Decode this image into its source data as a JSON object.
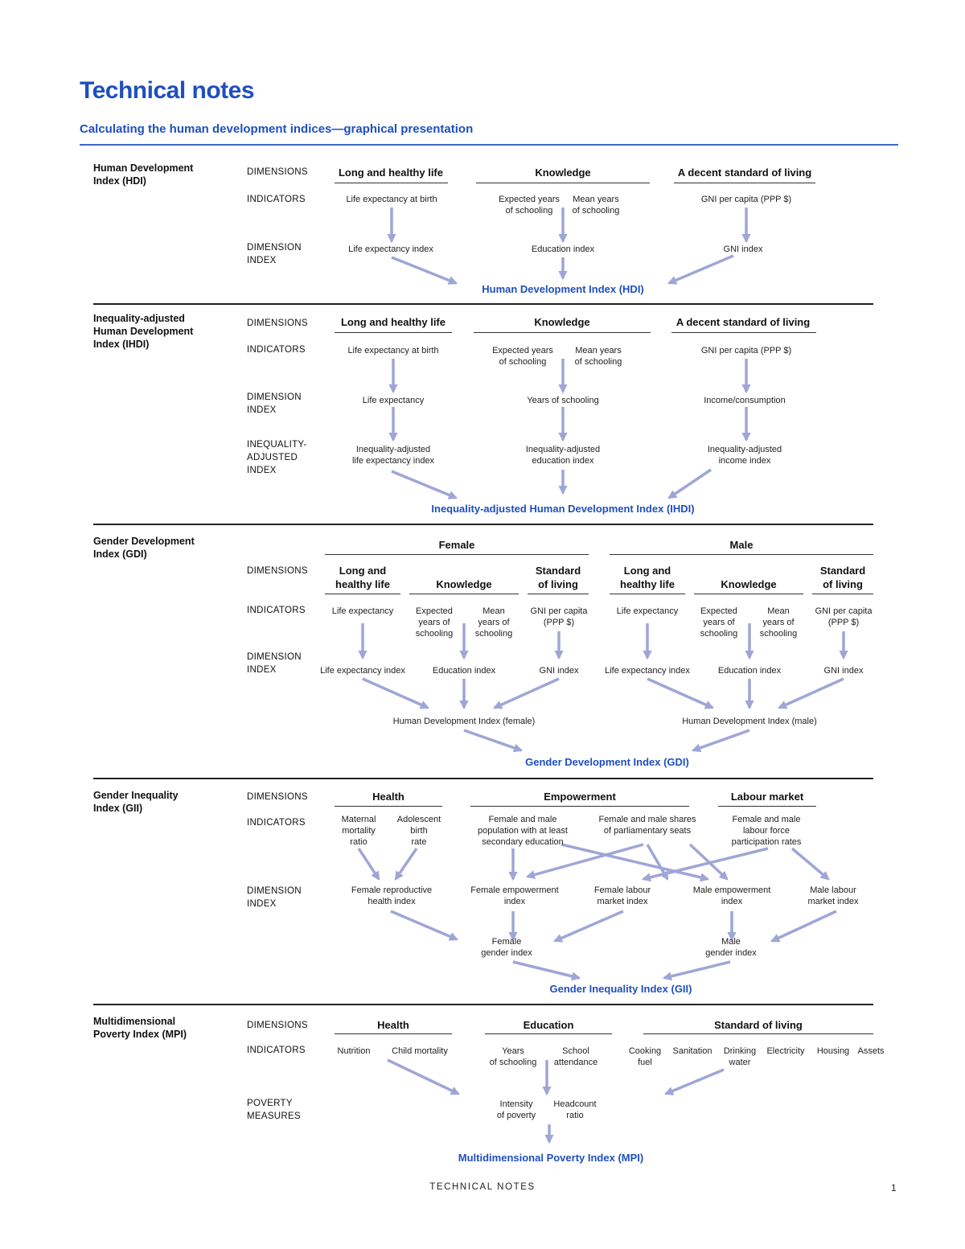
{
  "header": {
    "title": "Technical notes",
    "subtitle": "Calculating the human development indices—graphical presentation"
  },
  "labels": {
    "dimensions": "DIMENSIONS",
    "indicators": "INDICATORS",
    "dimension_index_a": "DIMENSION",
    "dimension_index_b": "INDEX",
    "ineq_a": "INEQUALITY-",
    "ineq_b": "ADJUSTED",
    "ineq_c": "INDEX",
    "poverty_a": "POVERTY",
    "poverty_b": "MEASURES"
  },
  "hdi": {
    "title_1": "Human Development",
    "title_2": "Index (HDI)",
    "dims": [
      "Long and healthy life",
      "Knowledge",
      "A decent standard of living"
    ],
    "ind_life": "Life expectancy at birth",
    "ind_exp_1": "Expected years",
    "ind_exp_2": "of schooling",
    "ind_mean_1": "Mean years",
    "ind_mean_2": "of schooling",
    "ind_gni": "GNI per capita (PPP $)",
    "di_life": "Life expectancy index",
    "di_edu": "Education index",
    "di_gni": "GNI index",
    "result": "Human Development Index (HDI)"
  },
  "ihdi": {
    "title_1": "Inequality-adjusted",
    "title_2": "Human Development",
    "title_3": "Index (IHDI)",
    "dims": [
      "Long and healthy life",
      "Knowledge",
      "A decent standard of living"
    ],
    "ind_life": "Life expectancy at birth",
    "ind_exp_1": "Expected years",
    "ind_exp_2": "of schooling",
    "ind_mean_1": "Mean years",
    "ind_mean_2": "of schooling",
    "ind_gni": "GNI per capita (PPP $)",
    "di_life": "Life expectancy",
    "di_edu": "Years of schooling",
    "di_inc": "Income/consumption",
    "ia_life_1": "Inequality-adjusted",
    "ia_life_2": "life expectancy index",
    "ia_edu_1": "Inequality-adjusted",
    "ia_edu_2": "education index",
    "ia_inc_1": "Inequality-adjusted",
    "ia_inc_2": "income index",
    "result": "Inequality-adjusted Human Development Index (IHDI)"
  },
  "gdi": {
    "title_1": "Gender Development",
    "title_2": "Index (GDI)",
    "female": "Female",
    "male": "Male",
    "dim_life_1": "Long and",
    "dim_life_2": "healthy life",
    "dim_know": "Knowledge",
    "dim_std_1": "Standard",
    "dim_std_2": "of living",
    "ind_life": "Life expectancy",
    "ind_exp_1": "Expected",
    "ind_exp_2": "years of",
    "ind_exp_3": "schooling",
    "ind_mean_1": "Mean",
    "ind_mean_2": "years of",
    "ind_mean_3": "schooling",
    "ind_gni_1": "GNI per capita",
    "ind_gni_2": "(PPP $)",
    "di_life": "Life expectancy index",
    "di_edu": "Education index",
    "di_gni": "GNI index",
    "hdi_f": "Human Development Index (female)",
    "hdi_m": "Human Development Index (male)",
    "result": "Gender Development Index (GDI)"
  },
  "gii": {
    "title_1": "Gender Inequality",
    "title_2": "Index (GII)",
    "dims": [
      "Health",
      "Empowerment",
      "Labour market"
    ],
    "ind_mat_1": "Maternal",
    "ind_mat_2": "mortality",
    "ind_mat_3": "ratio",
    "ind_ado_1": "Adolescent",
    "ind_ado_2": "birth",
    "ind_ado_3": "rate",
    "ind_pop_1": "Female and male",
    "ind_pop_2": "population with at least",
    "ind_pop_3": "secondary education",
    "ind_parl_1": "Female and male shares",
    "ind_parl_2": "of parliamentary seats",
    "ind_lab_1": "Female and male",
    "ind_lab_2": "labour force",
    "ind_lab_3": "participation rates",
    "di_frh_1": "Female reproductive",
    "di_frh_2": "health index",
    "di_fe_1": "Female empowerment",
    "di_fe_2": "index",
    "di_fl_1": "Female labour",
    "di_fl_2": "market index",
    "di_me_1": "Male empowerment",
    "di_me_2": "index",
    "di_ml_1": "Male labour",
    "di_ml_2": "market index",
    "fg_1": "Female",
    "fg_2": "gender index",
    "mg_1": "Male",
    "mg_2": "gender index",
    "result": "Gender Inequality Index (GII)"
  },
  "mpi": {
    "title_1": "Multidimensional",
    "title_2": "Poverty Index (MPI)",
    "dims": [
      "Health",
      "Education",
      "Standard of living"
    ],
    "ind_nut": "Nutrition",
    "ind_child": "Child mortality",
    "ind_years_1": "Years",
    "ind_years_2": "of schooling",
    "ind_school_1": "School",
    "ind_school_2": "attendance",
    "ind_cook_1": "Cooking",
    "ind_cook_2": "fuel",
    "ind_san": "Sanitation",
    "ind_drink_1": "Drinking",
    "ind_drink_2": "water",
    "ind_elec": "Electricity",
    "ind_house": "Housing",
    "ind_assets": "Assets",
    "pm_int_1": "Intensity",
    "pm_int_2": "of poverty",
    "pm_head_1": "Headcount",
    "pm_head_2": "ratio",
    "result": "Multidimensional Poverty Index (MPI)"
  },
  "footer": {
    "text": "TECHNICAL NOTES",
    "page": "1"
  },
  "colors": {
    "accent": "#1f4fbf",
    "arrow": "#9fa6d6",
    "rule": "#222222"
  }
}
